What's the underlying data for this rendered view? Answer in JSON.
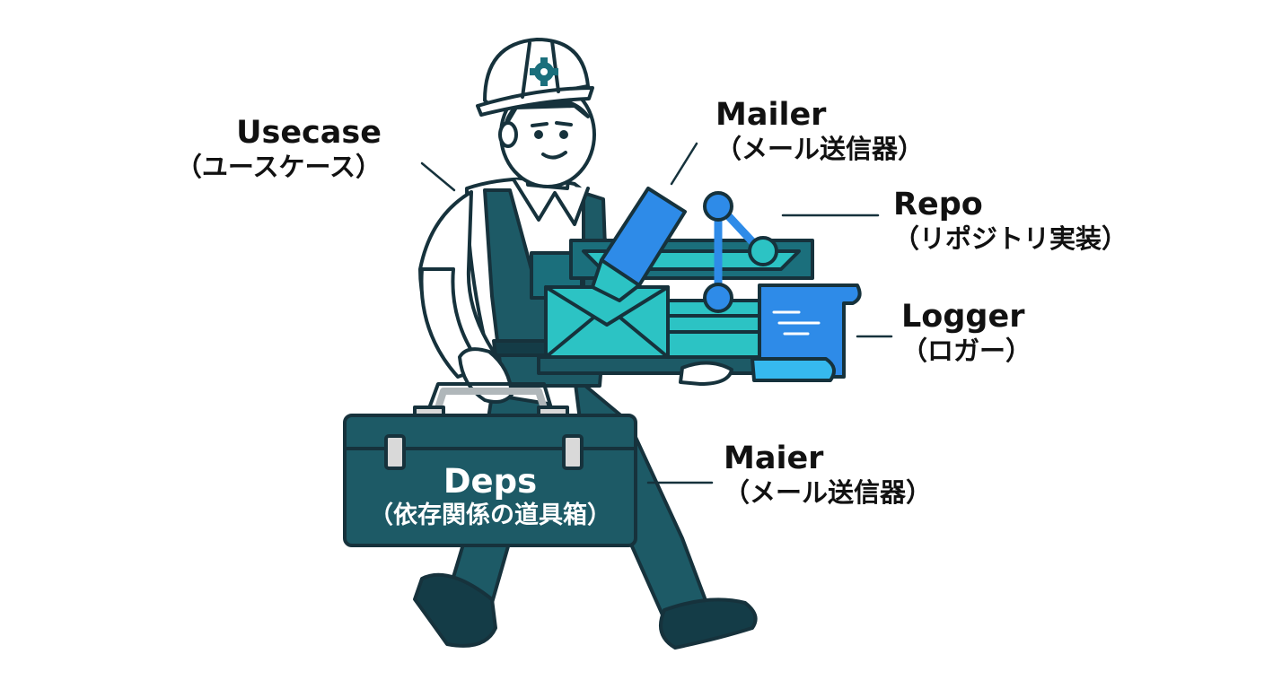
{
  "labels": {
    "usecase": {
      "en": "Usecase",
      "jp": "（ユースケース）"
    },
    "mailer": {
      "en": "Mailer",
      "jp": "（メール送信器）"
    },
    "repo": {
      "en": "Repo",
      "jp": "（リポジトリ実装）"
    },
    "logger": {
      "en": "Logger",
      "jp": "（ロガー）"
    },
    "maier": {
      "en": "Maier",
      "jp": "（メール送信器）"
    },
    "deps": {
      "en": "Deps",
      "jp": "（依存関係の道具箱）"
    }
  },
  "icons": [
    "hard-hat-icon",
    "gear-icon",
    "envelope-icon",
    "pen-icon",
    "git-branch-icon",
    "scroll-log-icon",
    "toolbox-icon"
  ],
  "colors": {
    "outline": "#16323c",
    "teal_dark": "#1d5a66",
    "teal_mid": "#1b6f7c",
    "teal_light": "#2cc3c4",
    "blue": "#2e8be8",
    "cyan": "#36b9ee",
    "gray": "#d9d9d9",
    "skin": "#ffffff"
  }
}
